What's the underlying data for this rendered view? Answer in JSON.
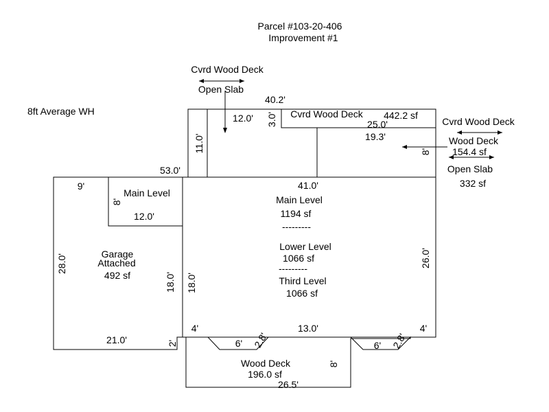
{
  "title": {
    "line1": "Parcel #103-20-406",
    "line2": "Improvement #1"
  },
  "note": "8ft Average WH",
  "areas": {
    "main_house": {
      "level1": "Main Level",
      "level1_area": "1194 sf",
      "sep1": "---------",
      "level2": "Lower Level",
      "level2_area": "1066 sf",
      "sep2": "---------",
      "level3": "Third Level",
      "level3_area": "1066 sf"
    },
    "main_level_bump": {
      "label": "Main Level"
    },
    "garage": {
      "label1": "Garage",
      "label2": "Attached",
      "area": "492 sf"
    },
    "upper_cvrd_deck": {
      "label": "Cvrd Wood Deck",
      "area": "442.2 sf"
    },
    "lower_wood_deck": {
      "label": "Wood Deck",
      "area": "196.0 sf"
    }
  },
  "callouts": {
    "top_left": {
      "line1": "Cvrd Wood Deck",
      "line2": "Open Slab"
    },
    "right": {
      "line1": "Cvrd Wood Deck",
      "line2": "Wood Deck",
      "line3": "154.4 sf",
      "line4": "Open Slab",
      "line5": "332 sf"
    }
  },
  "dimensions": {
    "top_width": "40.2'",
    "deck_left_width": "12.0'",
    "deck_depth_small": "3.0'",
    "deck_right_width": "25.0'",
    "deck_inner_width": "19.3'",
    "deck_right_depth": "8'",
    "deck_left_depth": "11.0'",
    "upper_left_run": "53.0'",
    "house_top": "41.0'",
    "garage_top": "9'",
    "bump_depth": "8'",
    "bump_width": "12.0'",
    "garage_depth": "28.0'",
    "garage_inner_depth": "18.0'",
    "house_left_depth": "18.0'",
    "house_right_depth": "26.0'",
    "garage_bottom": "21.0'",
    "garage_step": "2'",
    "bottom_left_jog": "4'",
    "bottom_center": "13.0'",
    "bottom_right_jog": "4'",
    "deck_chamfer_left_run": "6'",
    "deck_chamfer_left_diag": "2.8'",
    "deck_chamfer_right_run": "6'",
    "deck_chamfer_right_diag": "2.8'",
    "lower_deck_depth": "8'",
    "lower_deck_width": "26.5'"
  }
}
